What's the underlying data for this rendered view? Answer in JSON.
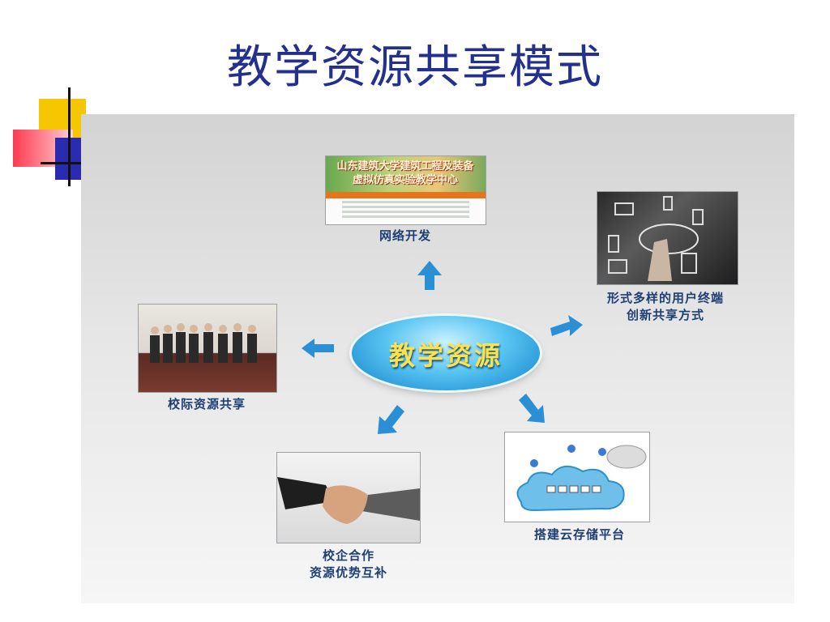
{
  "slide": {
    "title": "教学资源共享模式",
    "center_label": "教学资源"
  },
  "nodes": {
    "web": {
      "label": "网络开发",
      "banner_line1": "山东建筑大学建筑工程及装备",
      "banner_line2": "虚拟仿真实验教学中心"
    },
    "terminal": {
      "label_line1": "形式多样的用户终端",
      "label_line2": "创新共享方式"
    },
    "school": {
      "label": "校际资源共享"
    },
    "enterprise": {
      "label_line1": "校企合作",
      "label_line2": "资源优势互补"
    },
    "cloud": {
      "label": "搭建云存储平台"
    }
  },
  "colors": {
    "title": "#23318c",
    "label": "#1e3f73",
    "arrow": "#2b8fd6",
    "center_text": "#ffe24a"
  },
  "icons": [
    "arrow-up-icon",
    "arrow-right-icon",
    "arrow-left-icon",
    "arrow-down-left-icon",
    "arrow-down-right-icon"
  ]
}
